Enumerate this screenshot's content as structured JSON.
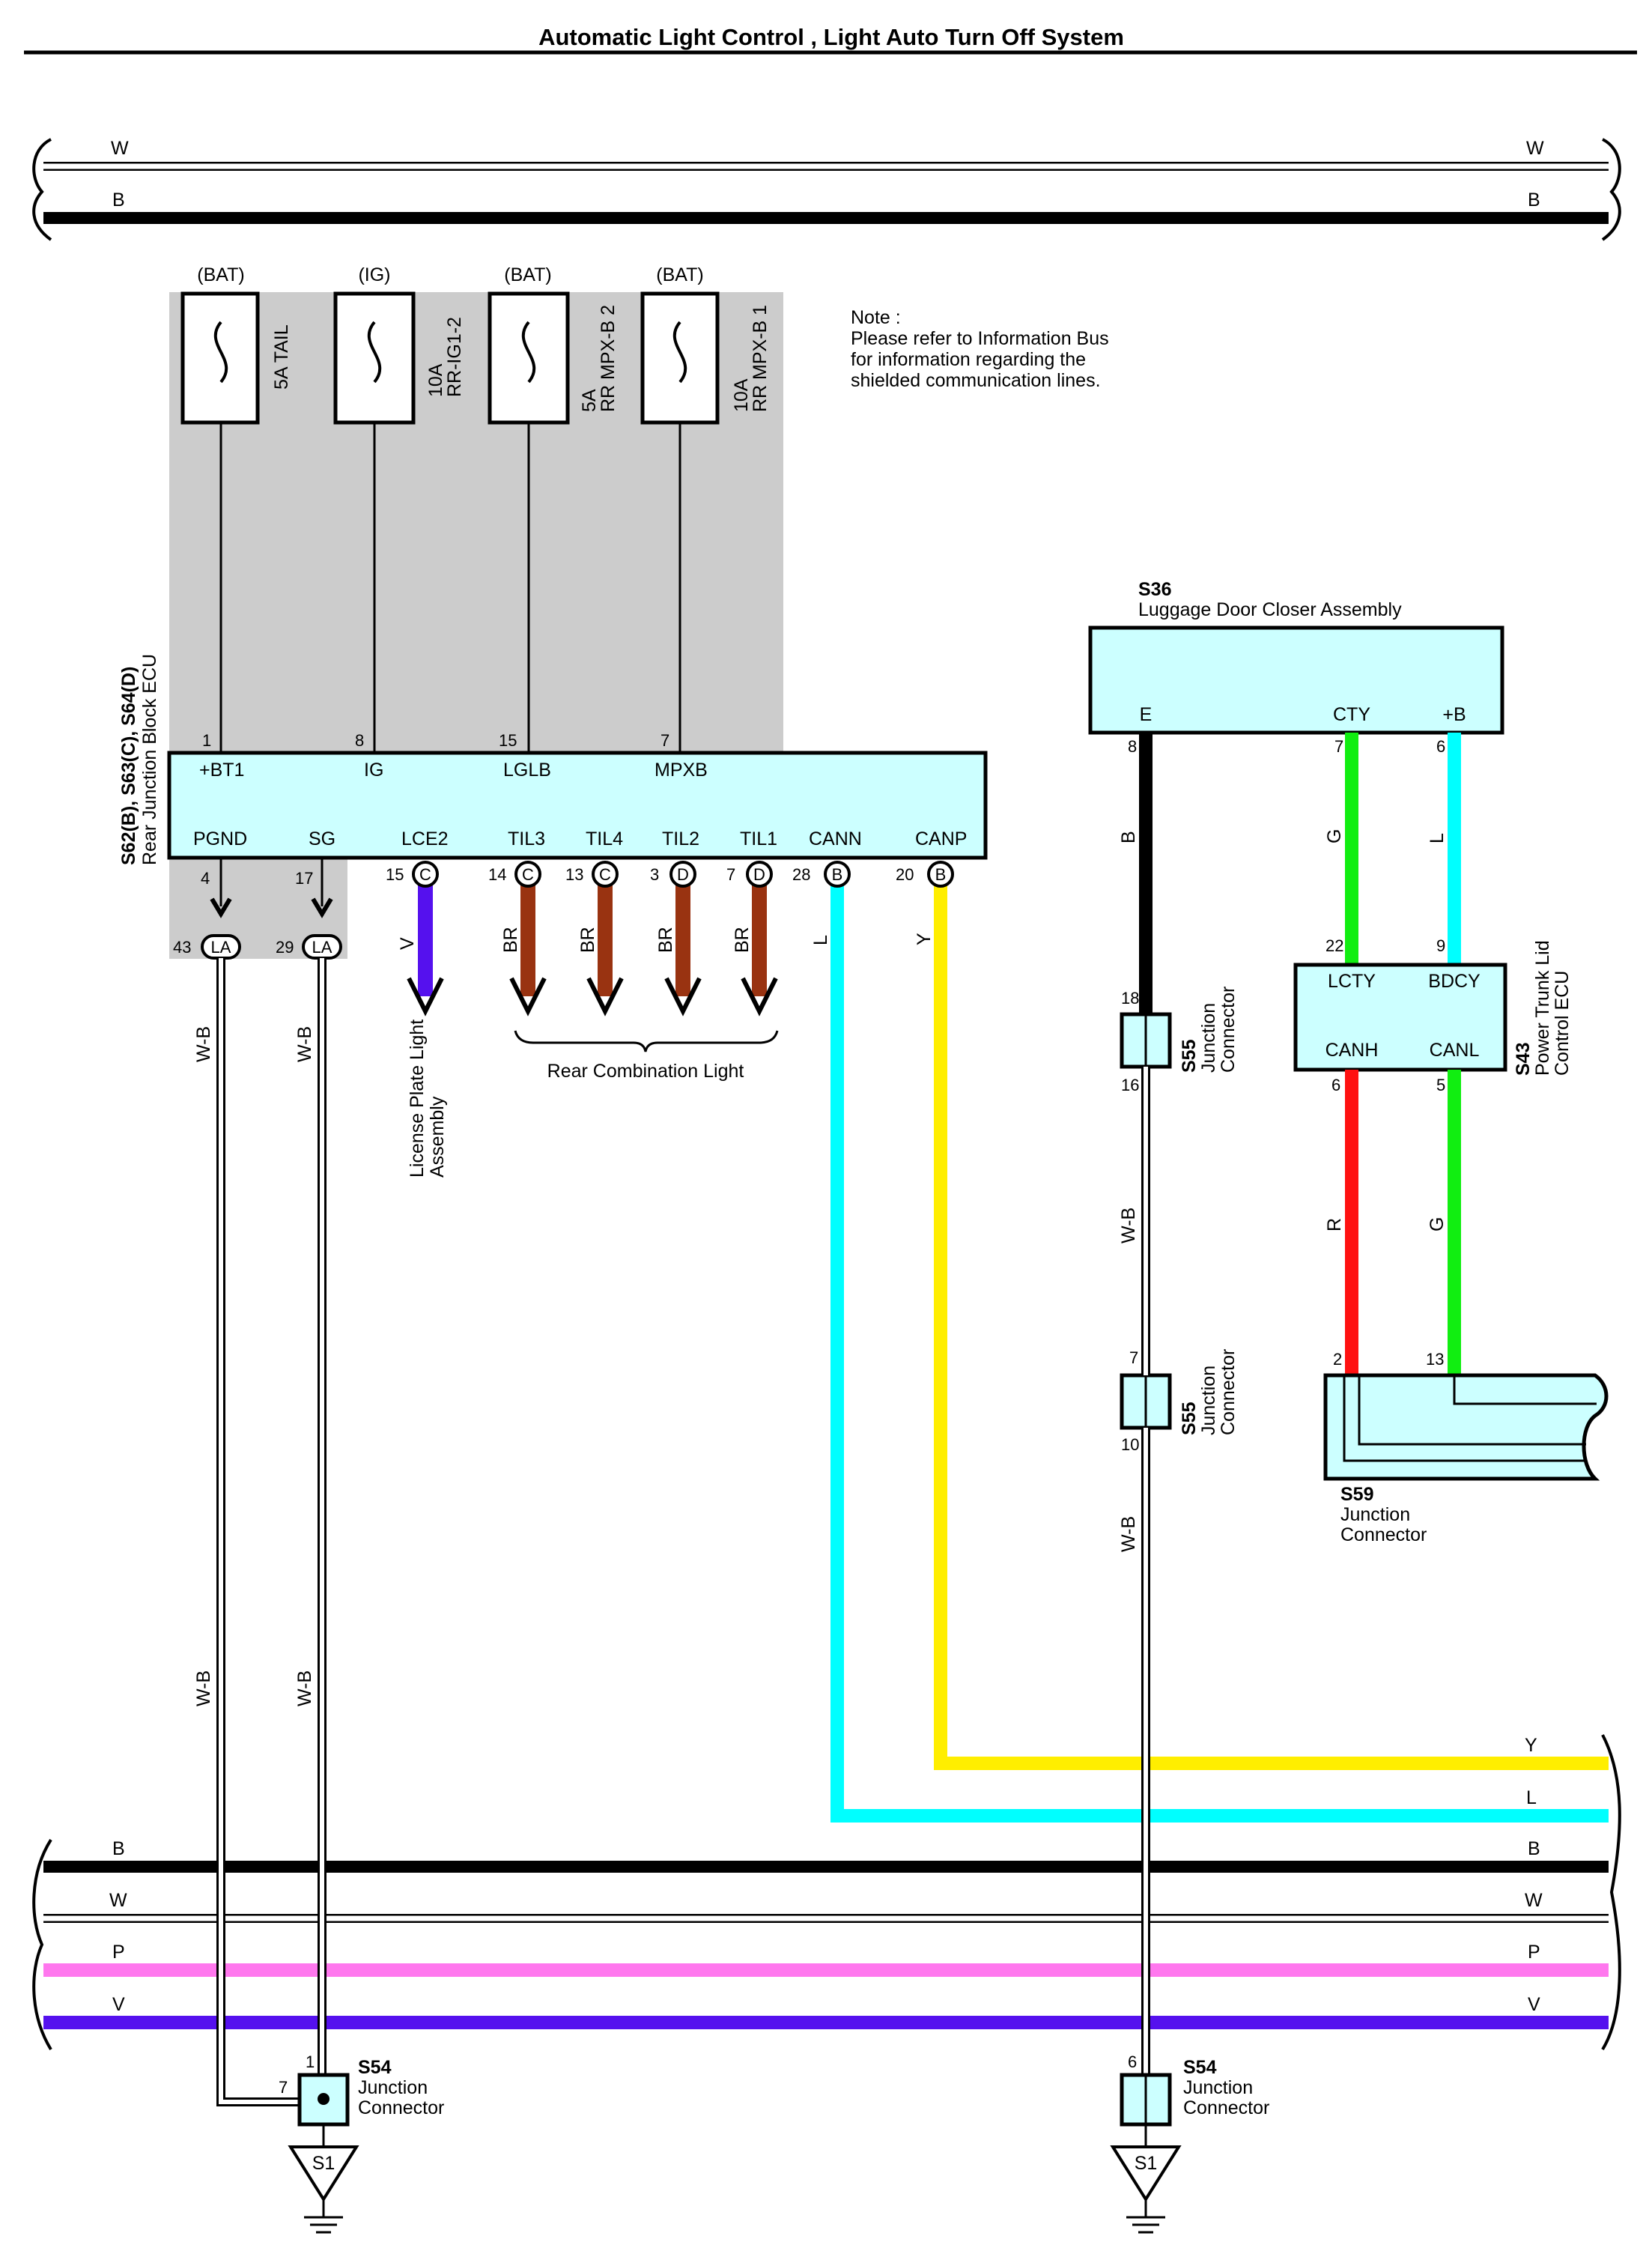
{
  "title": "Automatic Light Control , Light Auto Turn Off System",
  "colors": {
    "B": "#000000",
    "W": "#ffffff",
    "L": "#00ffff",
    "Y": "#ffee00",
    "V": "#5511ee",
    "P": "#ff77ee",
    "G": "#11ee11",
    "R": "#ff1111",
    "BR": "#993311",
    "panel": "#cccccc",
    "box": "#ccffff"
  },
  "note": {
    "heading": "Note :",
    "lines": [
      "Please refer to Information Bus",
      "for information regarding the",
      "shielded communication lines."
    ]
  },
  "top_bus": {
    "lines": [
      {
        "code": "W"
      },
      {
        "code": "B"
      }
    ]
  },
  "bottom_bus": {
    "lines": [
      {
        "code": "Y"
      },
      {
        "code": "L"
      },
      {
        "code": "B"
      },
      {
        "code": "W"
      },
      {
        "code": "P"
      },
      {
        "code": "V"
      }
    ]
  },
  "fuses": [
    {
      "supply": "(BAT)",
      "rating": "5A TAIL",
      "name": "",
      "pin": "1"
    },
    {
      "supply": "(IG)",
      "rating": "10A",
      "name": "RR-IG1-2",
      "pin": "8"
    },
    {
      "supply": "(BAT)",
      "rating": "5A",
      "name": "RR MPX-B 2",
      "pin": "15"
    },
    {
      "supply": "(BAT)",
      "rating": "10A",
      "name": "RR MPX-B 1",
      "pin": "7"
    }
  ],
  "ecu": {
    "code": "S62(B), S63(C), S64(D)",
    "name": "Rear Junction Block ECU",
    "top_terminals": [
      "+BT1",
      "IG",
      "LGLB",
      "MPXB"
    ],
    "bottom_terminals": [
      {
        "label": "PGND",
        "pin": "4"
      },
      {
        "label": "SG",
        "pin": "17"
      },
      {
        "label": "LCE2",
        "pin": "15",
        "conn": "C"
      },
      {
        "label": "TIL3",
        "pin": "14",
        "conn": "C"
      },
      {
        "label": "TIL4",
        "pin": "13",
        "conn": "C"
      },
      {
        "label": "TIL2",
        "pin": "3",
        "conn": "D"
      },
      {
        "label": "TIL1",
        "pin": "7",
        "conn": "D"
      },
      {
        "label": "CANN",
        "pin": "28",
        "conn": "B"
      },
      {
        "label": "CANP",
        "pin": "20",
        "conn": "B"
      }
    ]
  },
  "la_connectors": [
    {
      "pin": "43",
      "label": "LA"
    },
    {
      "pin": "29",
      "label": "LA"
    }
  ],
  "wire_labels": {
    "wb": "W-B",
    "v": "V",
    "br": "BR",
    "l": "L",
    "y": "Y",
    "b": "B",
    "g": "G",
    "r": "R"
  },
  "license_plate": {
    "line1": "License Plate Light",
    "line2": "Assembly"
  },
  "rear_combination": "Rear Combination Light",
  "s36": {
    "code": "S36",
    "name": "Luggage Door Closer Assembly",
    "terminals": [
      {
        "label": "E",
        "pin": "8"
      },
      {
        "label": "CTY",
        "pin": "7"
      },
      {
        "label": "+B",
        "pin": "6"
      }
    ]
  },
  "s43": {
    "code": "S43",
    "name1": "Power Trunk Lid",
    "name2": "Control ECU",
    "top": [
      {
        "label": "LCTY",
        "pin": "22"
      },
      {
        "label": "BDCY",
        "pin": "9"
      }
    ],
    "bottom": [
      {
        "label": "CANH",
        "pin": "6"
      },
      {
        "label": "CANL",
        "pin": "5"
      }
    ]
  },
  "s55_upper": {
    "code": "S55",
    "line1": "Junction",
    "line2": "Connector",
    "pin_in": "18",
    "pin_out": "16"
  },
  "s55_lower": {
    "code": "S55",
    "line1": "Junction",
    "line2": "Connector",
    "pin_in": "7",
    "pin_out": "10"
  },
  "s59": {
    "code": "S59",
    "line1": "Junction",
    "line2": "Connector",
    "pin_left": "2",
    "pin_right": "13"
  },
  "s54_left": {
    "code": "S54",
    "line1": "Junction",
    "line2": "Connector",
    "pin_top": "1",
    "pin_side": "7"
  },
  "s54_right": {
    "code": "S54",
    "line1": "Junction",
    "line2": "Connector",
    "pin_top": "6"
  },
  "grounds": [
    {
      "label": "S1"
    },
    {
      "label": "S1"
    }
  ]
}
